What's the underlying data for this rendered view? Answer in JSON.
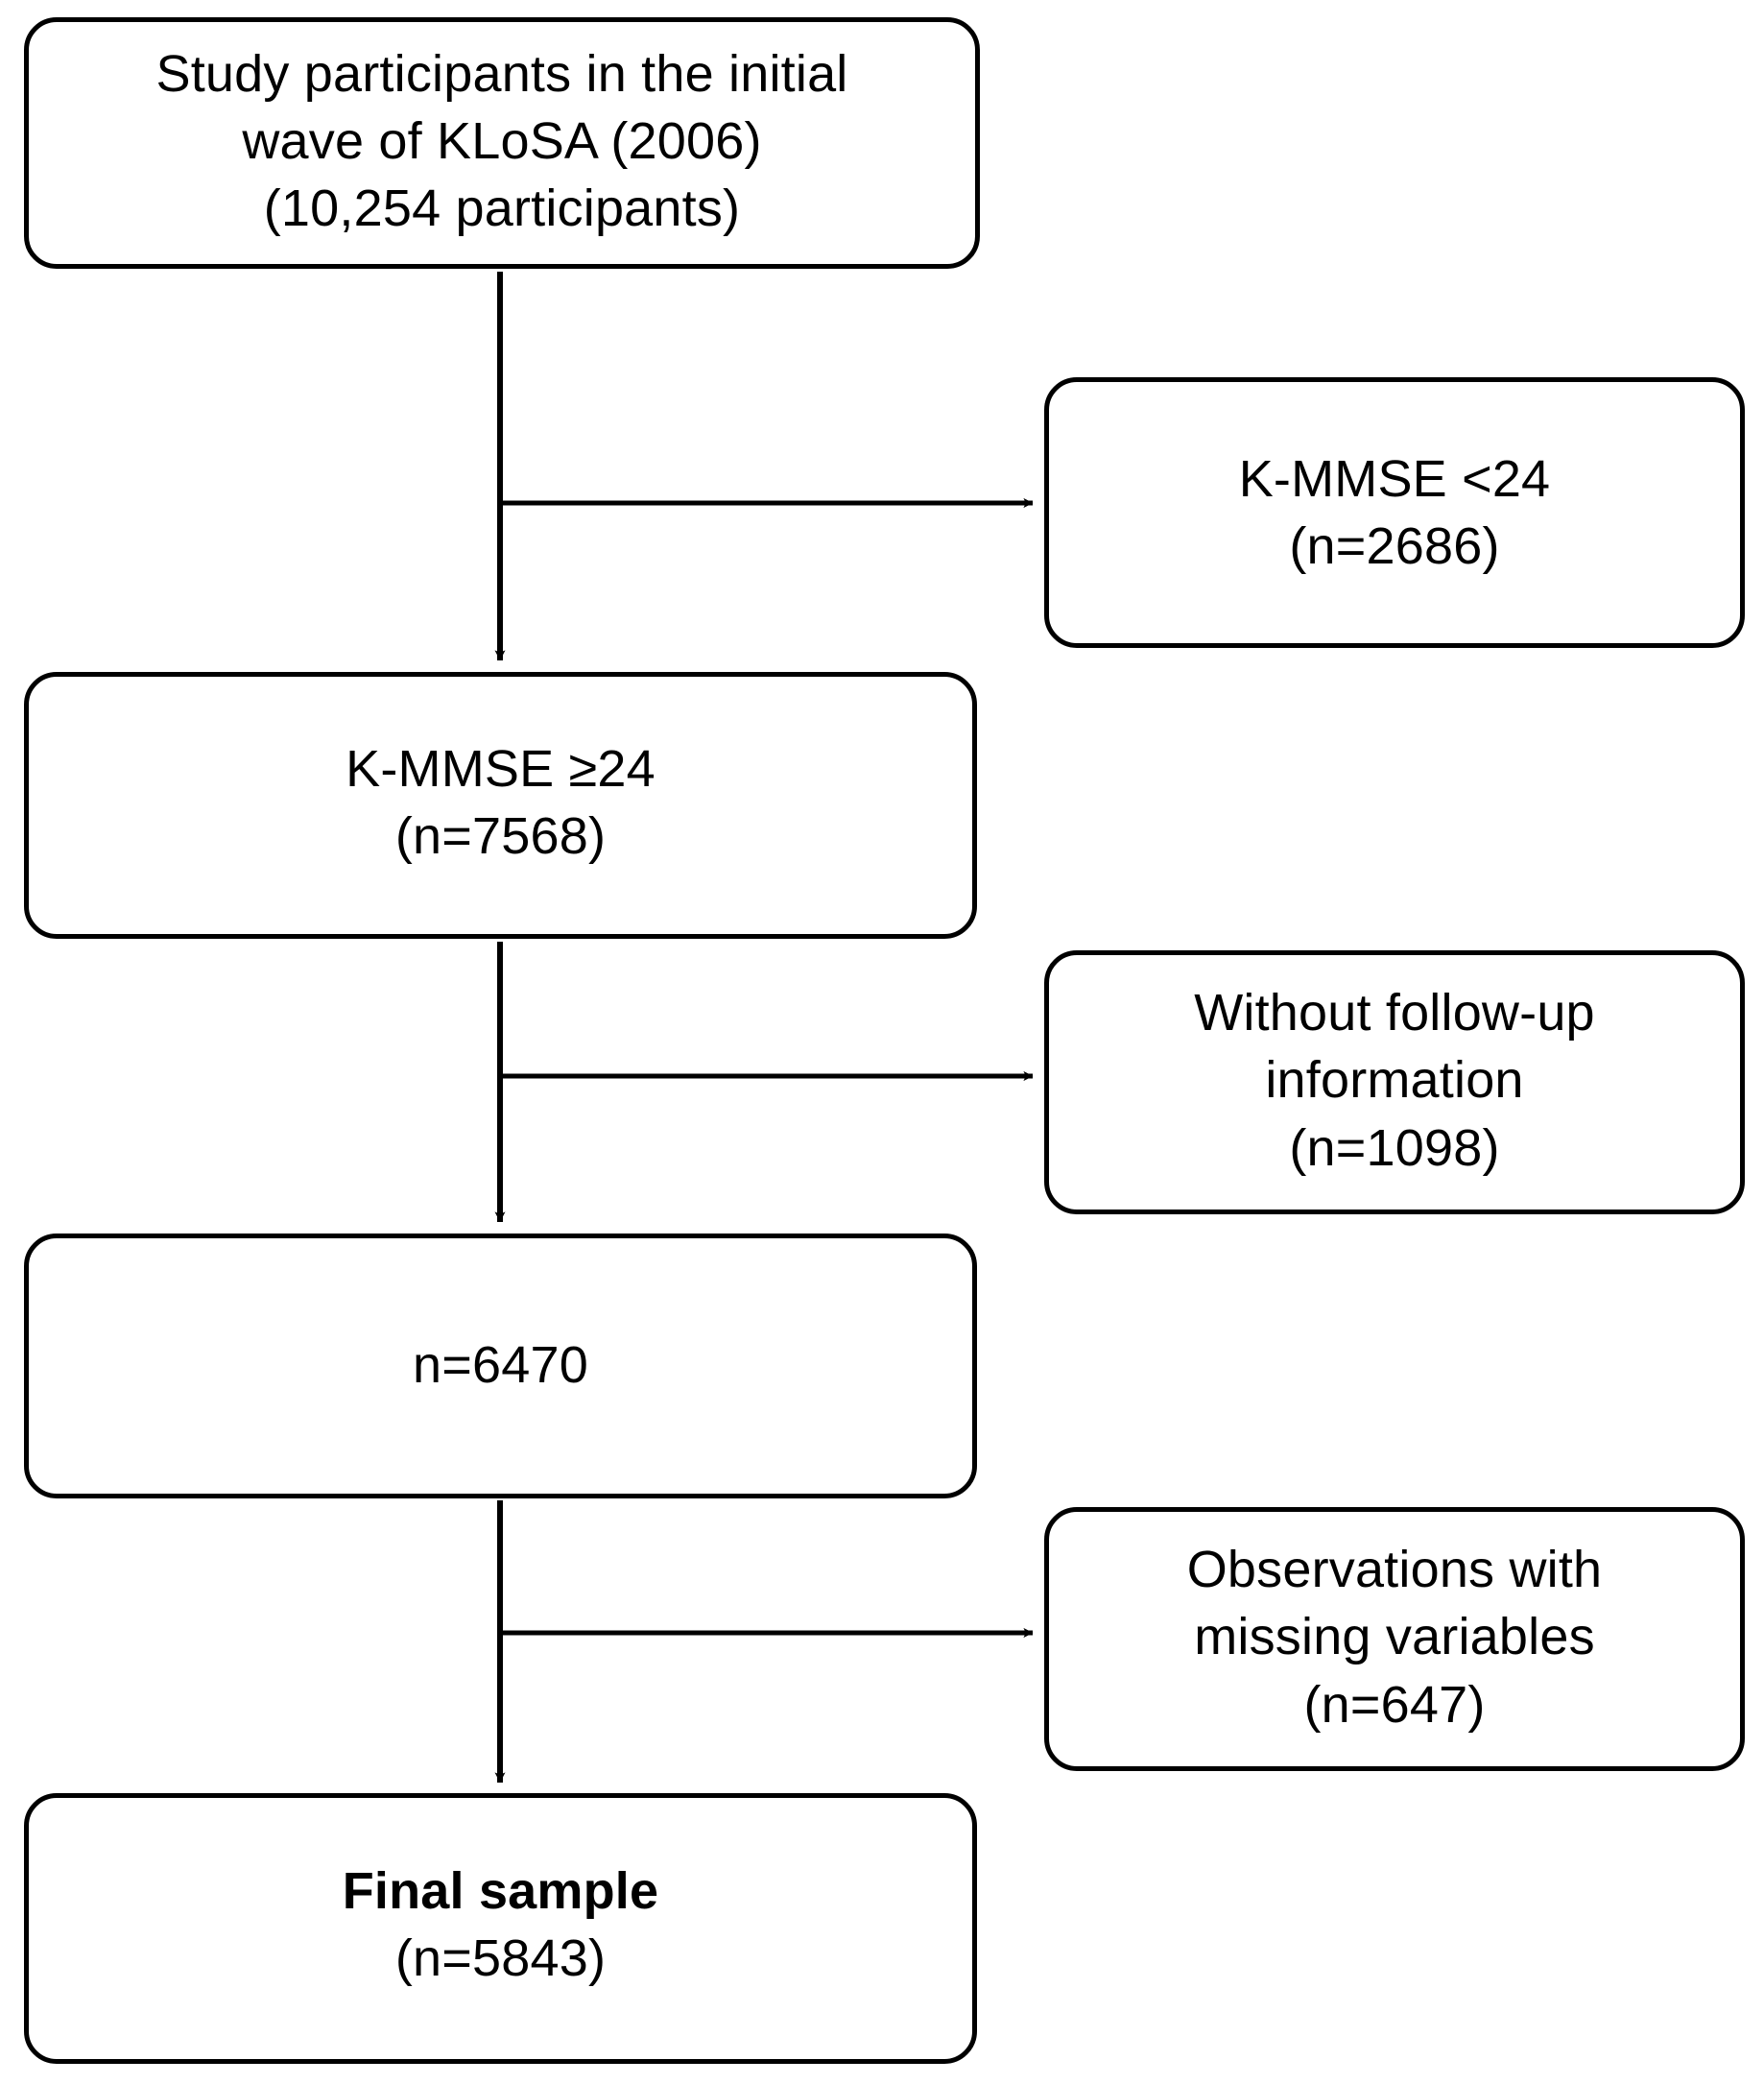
{
  "diagram": {
    "type": "flowchart",
    "title": "Study participant selection flow diagram",
    "colors": {
      "stroke": "#000000",
      "fill": "#ffffff",
      "text": "#000000"
    },
    "nodes": {
      "initial": {
        "line1": "Study participants in the initial",
        "line2": "wave of KLoSA (2006)",
        "line3": "(10,254 participants)"
      },
      "mmse_lt24": {
        "line1": "K-MMSE <24",
        "line2": "(n=2686)"
      },
      "mmse_ge24": {
        "line1": "K-MMSE ≥24",
        "line2": "(n=7568)"
      },
      "without_followup": {
        "line1": "Without follow-up",
        "line2": "information",
        "line3": "(n=1098)"
      },
      "n6470": {
        "line1": "n=6470"
      },
      "missing_variables": {
        "line1": "Observations with",
        "line2": "missing variables",
        "line3": "(n=647)"
      },
      "final_sample": {
        "line1": "Final sample",
        "line2": "(n=5843)"
      }
    },
    "edges": [
      {
        "from": "initial",
        "to": "mmse_ge24",
        "kind": "vertical-arrow"
      },
      {
        "from": "initial",
        "to": "mmse_lt24",
        "kind": "branch-arrow"
      },
      {
        "from": "mmse_ge24",
        "to": "n6470",
        "kind": "vertical-arrow"
      },
      {
        "from": "mmse_ge24",
        "to": "without_followup",
        "kind": "branch-arrow"
      },
      {
        "from": "n6470",
        "to": "final_sample",
        "kind": "vertical-arrow"
      },
      {
        "from": "n6470",
        "to": "missing_variables",
        "kind": "branch-arrow"
      }
    ]
  }
}
